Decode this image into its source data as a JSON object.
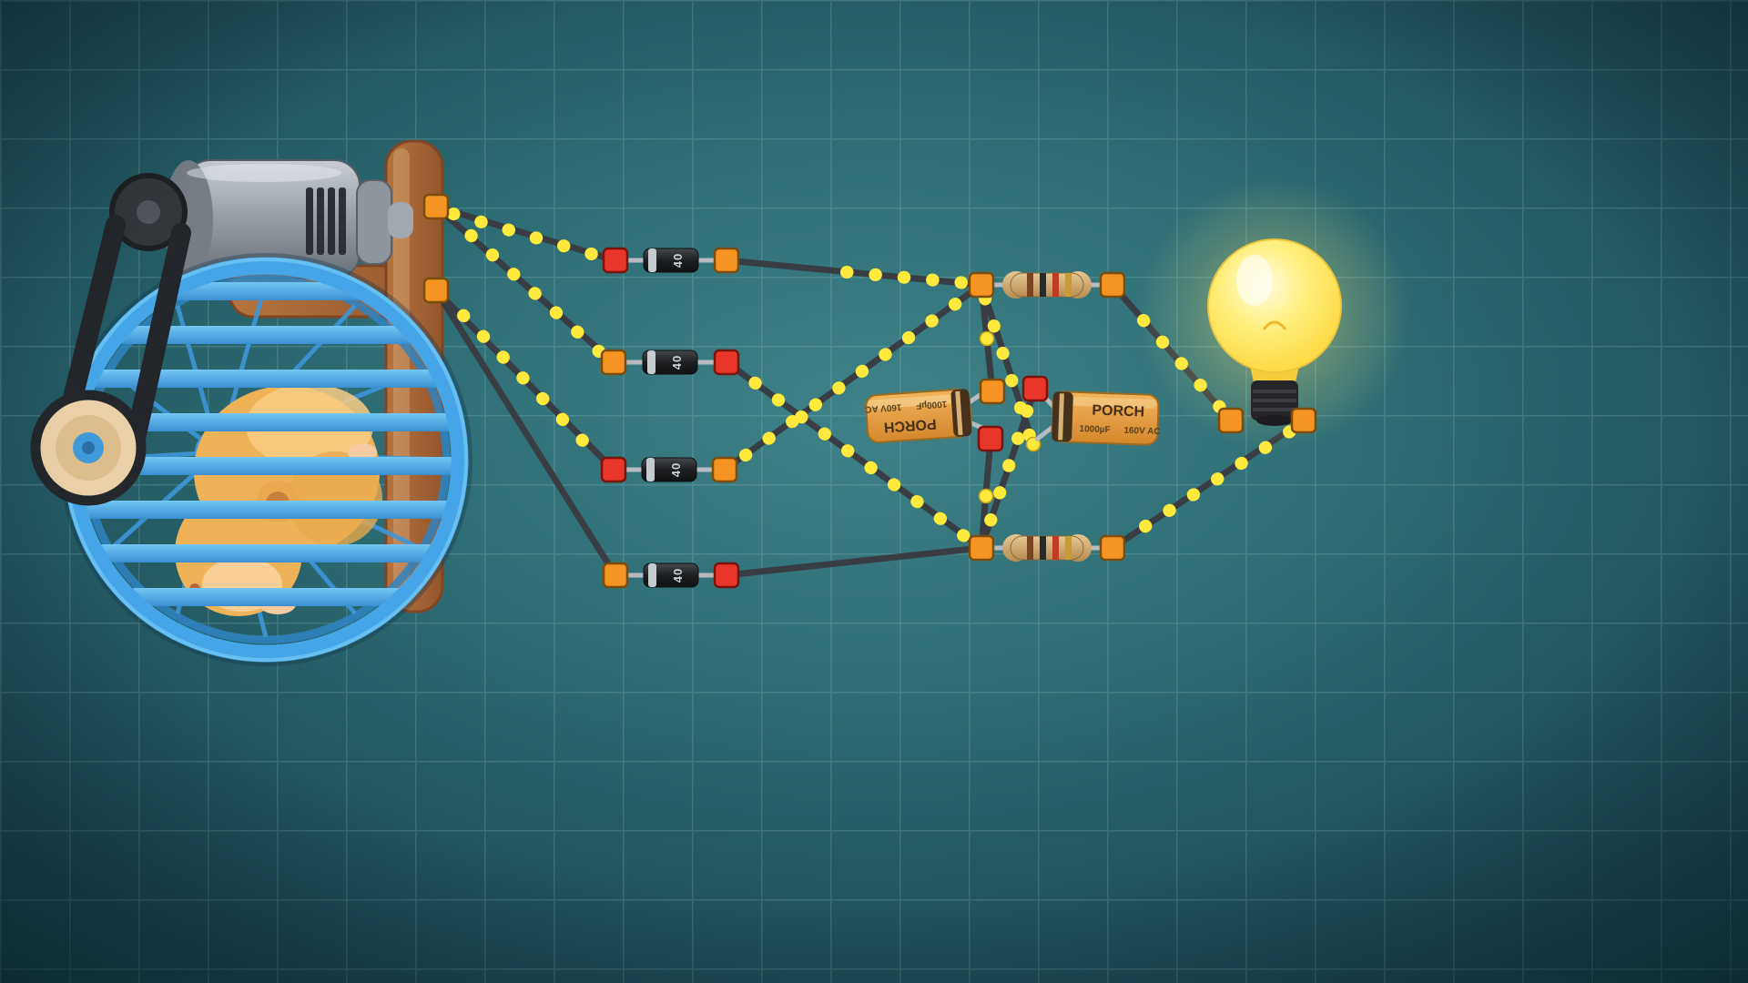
{
  "scene": {
    "description": "Hamster wheel generator powering a light bulb through a diode bridge rectifier with smoothing capacitors and resistors",
    "background_color": "#2a6168",
    "grid_color": "#8fcbcb"
  },
  "components": {
    "hamster": {
      "name": "hamster"
    },
    "wheel": {
      "name": "hamster wheel",
      "color": "#4aa9ea"
    },
    "generator": {
      "name": "generator motor",
      "terminals": 2
    },
    "belt": {
      "name": "drive belt"
    },
    "stand": {
      "name": "wooden stand"
    },
    "diodes": [
      {
        "label": "40"
      },
      {
        "label": "40"
      },
      {
        "label": "40"
      },
      {
        "label": "40"
      }
    ],
    "resistors": [
      {
        "bands": [
          "brown",
          "black",
          "red",
          "gold"
        ]
      },
      {
        "bands": [
          "brown",
          "black",
          "red",
          "gold"
        ]
      }
    ],
    "capacitors": [
      {
        "brand": "PORCH",
        "capacitance": "1000µF",
        "voltage": "160V AC",
        "orientation": "inverted"
      },
      {
        "brand": "PORCH",
        "capacitance": "1000µF",
        "voltage": "160V AC",
        "orientation": "upright"
      }
    ],
    "bulb": {
      "name": "light bulb",
      "state": "lit"
    }
  },
  "colors": {
    "wire": "#383d43",
    "current_dot": "#ffe93c",
    "terminal_orange": "#f59422",
    "terminal_red": "#e8372a",
    "wood": "#a96a3e",
    "wheel_blue": "#4aa9ea"
  }
}
